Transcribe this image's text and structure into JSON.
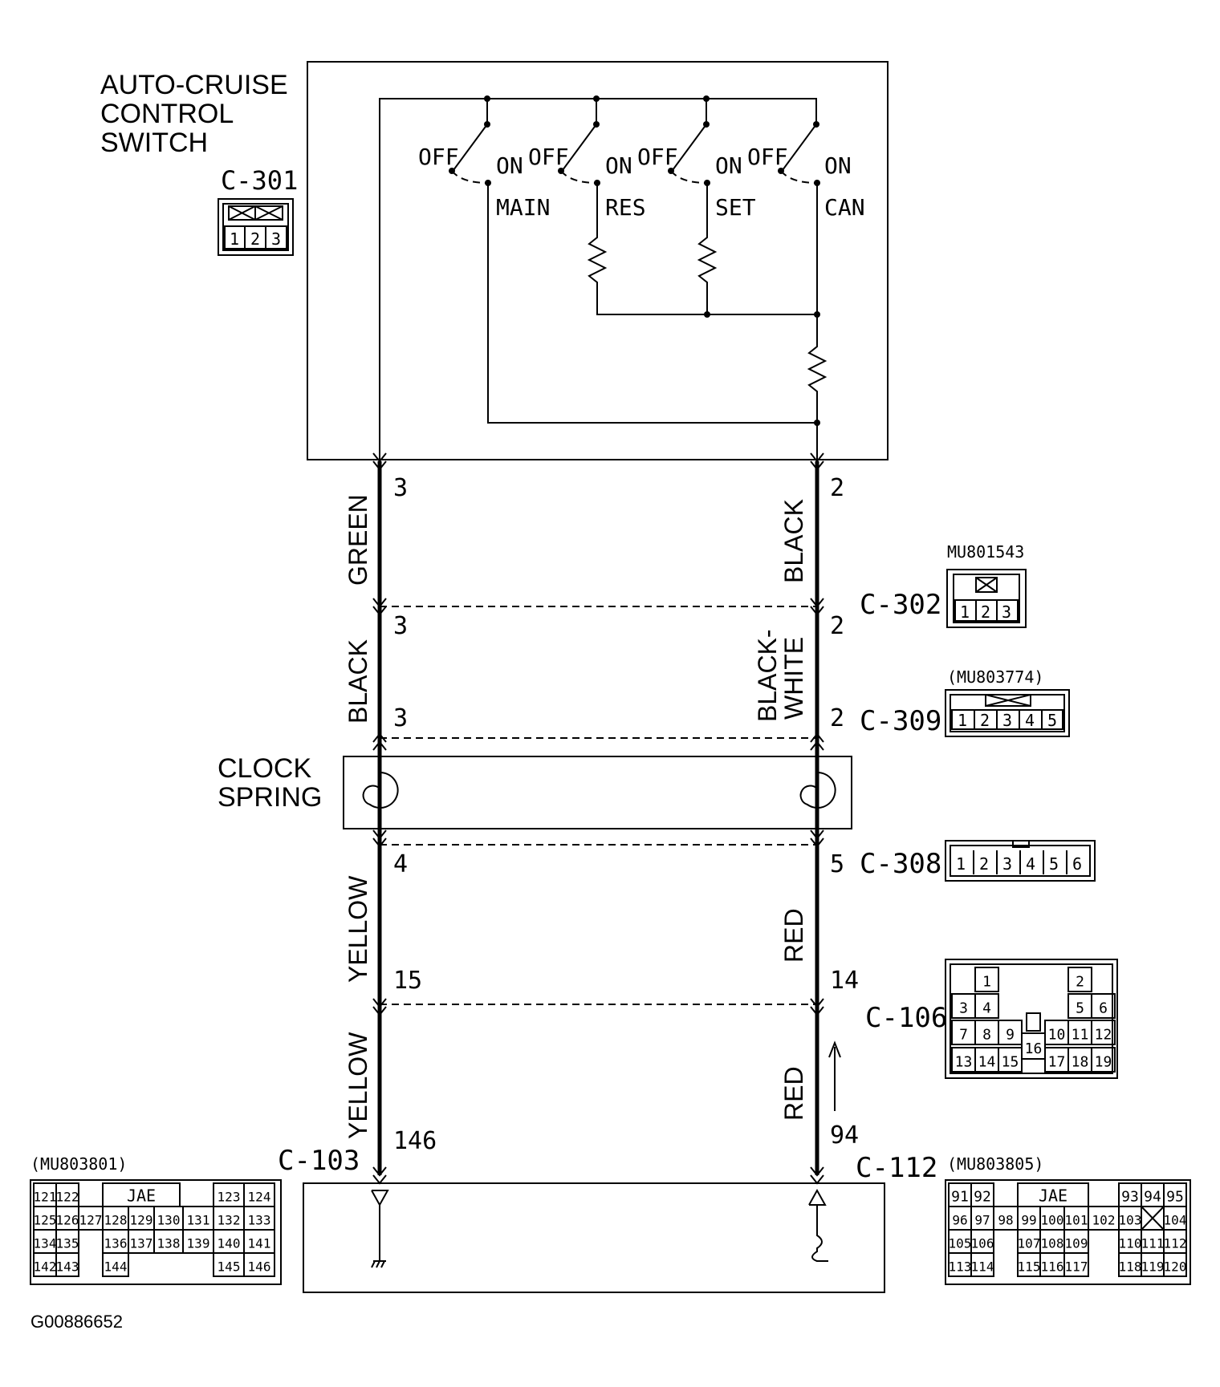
{
  "switch": {
    "title_lines": [
      "AUTO-CRUISE",
      "CONTROL",
      "SWITCH"
    ],
    "connector": "C-301",
    "pins": [
      "1",
      "2",
      "3"
    ],
    "contacts": [
      {
        "off": "OFF",
        "on": "ON",
        "name": "MAIN"
      },
      {
        "off": "OFF",
        "on": "ON",
        "name": "RES"
      },
      {
        "off": "OFF",
        "on": "ON",
        "name": "SET"
      },
      {
        "off": "OFF",
        "on": "ON",
        "name": "CAN"
      }
    ]
  },
  "left_wire": {
    "pins": {
      "p1": "3",
      "p2": "3",
      "p3": "3",
      "p4": "4",
      "p5": "15",
      "p6": "146"
    },
    "colors": {
      "c1": "GREEN",
      "c2": "BLACK",
      "c3": "YELLOW",
      "c4": "YELLOW"
    }
  },
  "right_wire": {
    "pins": {
      "p1": "2",
      "p2": "2",
      "p3": "2",
      "p4": "5",
      "p5": "14",
      "p6": "94"
    },
    "colors": {
      "c1": "BLACK",
      "c2a": "BLACK-",
      "c2b": "WHITE",
      "c3": "RED",
      "c4": "RED"
    }
  },
  "connectors": {
    "c302": {
      "label": "C-302",
      "part": "MU801543",
      "pins": [
        "1",
        "2",
        "3"
      ]
    },
    "c309": {
      "label": "C-309",
      "part": "(MU803774)",
      "pins": [
        "1",
        "2",
        "3",
        "4",
        "5"
      ]
    },
    "c308": {
      "label": "C-308",
      "pins": [
        "1",
        "2",
        "3",
        "4",
        "5",
        "6"
      ]
    },
    "c106": {
      "label": "C-106",
      "pins": [
        "1",
        "2",
        "3",
        "4",
        "5",
        "6",
        "7",
        "8",
        "9",
        "10",
        "11",
        "12",
        "13",
        "14",
        "15",
        "16",
        "17",
        "18",
        "19"
      ]
    },
    "c103": {
      "label": "C-103",
      "part": "(MU803801)",
      "maker": "JAE",
      "pins": [
        "121",
        "122",
        "123",
        "124",
        "125",
        "126",
        "127",
        "128",
        "129",
        "130",
        "131",
        "132",
        "133",
        "134",
        "135",
        "136",
        "137",
        "138",
        "139",
        "140",
        "141",
        "142",
        "143",
        "144",
        "145",
        "146"
      ]
    },
    "c112": {
      "label": "C-112",
      "part": "(MU803805)",
      "maker": "JAE",
      "pins": [
        "91",
        "92",
        "93",
        "94",
        "95",
        "96",
        "97",
        "98",
        "99",
        "100",
        "101",
        "102",
        "103",
        "104",
        "105",
        "106",
        "107",
        "108",
        "109",
        "110",
        "111",
        "112",
        "113",
        "114",
        "115",
        "116",
        "117",
        "118",
        "119",
        "120"
      ]
    }
  },
  "clock_spring": {
    "lines": [
      "CLOCK",
      "SPRING"
    ]
  },
  "figure_id": "G00886652"
}
